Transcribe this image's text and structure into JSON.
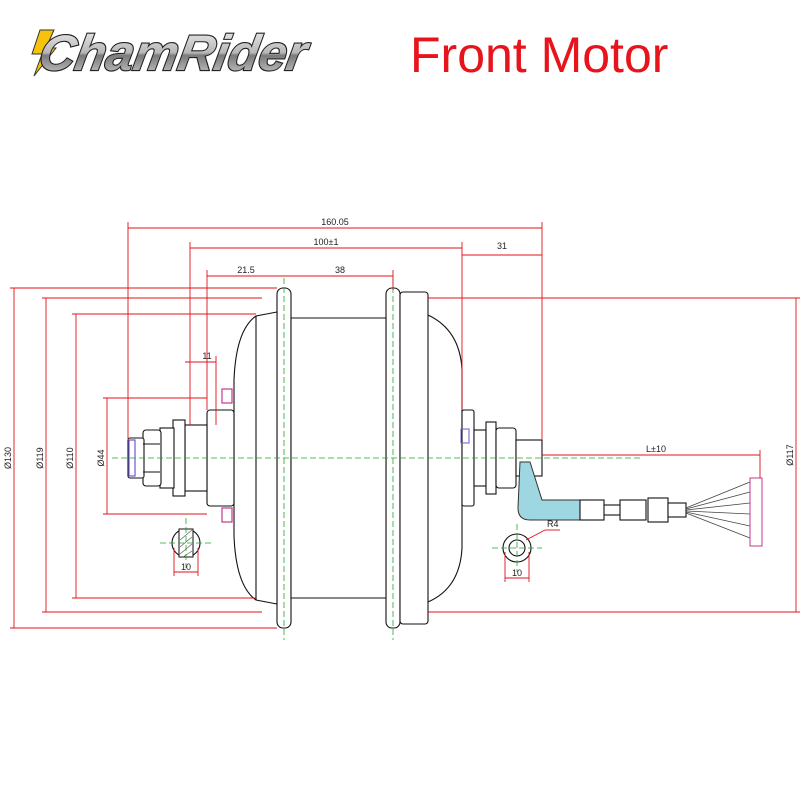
{
  "header": {
    "brand": "ChamRider",
    "title": "Front Motor"
  },
  "colors": {
    "title": "#e8141b",
    "dimension_lines": "#e0101a",
    "outline": "#111111",
    "center_lines": "#22a52a",
    "cable_sleeve": "#7fc8d8",
    "connector": "#c0398f"
  },
  "dimensions": {
    "overall_length": "160.05",
    "dropout_spacing": "100±1",
    "axle_cable_end": "31",
    "flange_offset": "21.5",
    "flange_spacing": "38",
    "axle_step": "11",
    "dia_130": "Ø130",
    "dia_119": "Ø119",
    "dia_110": "Ø110",
    "dia_44": "Ø44",
    "dia_117": "Ø117",
    "cable_length": "L±10",
    "axle_flat_left": "10",
    "axle_flat_right": "10",
    "bend_radius": "R4"
  }
}
